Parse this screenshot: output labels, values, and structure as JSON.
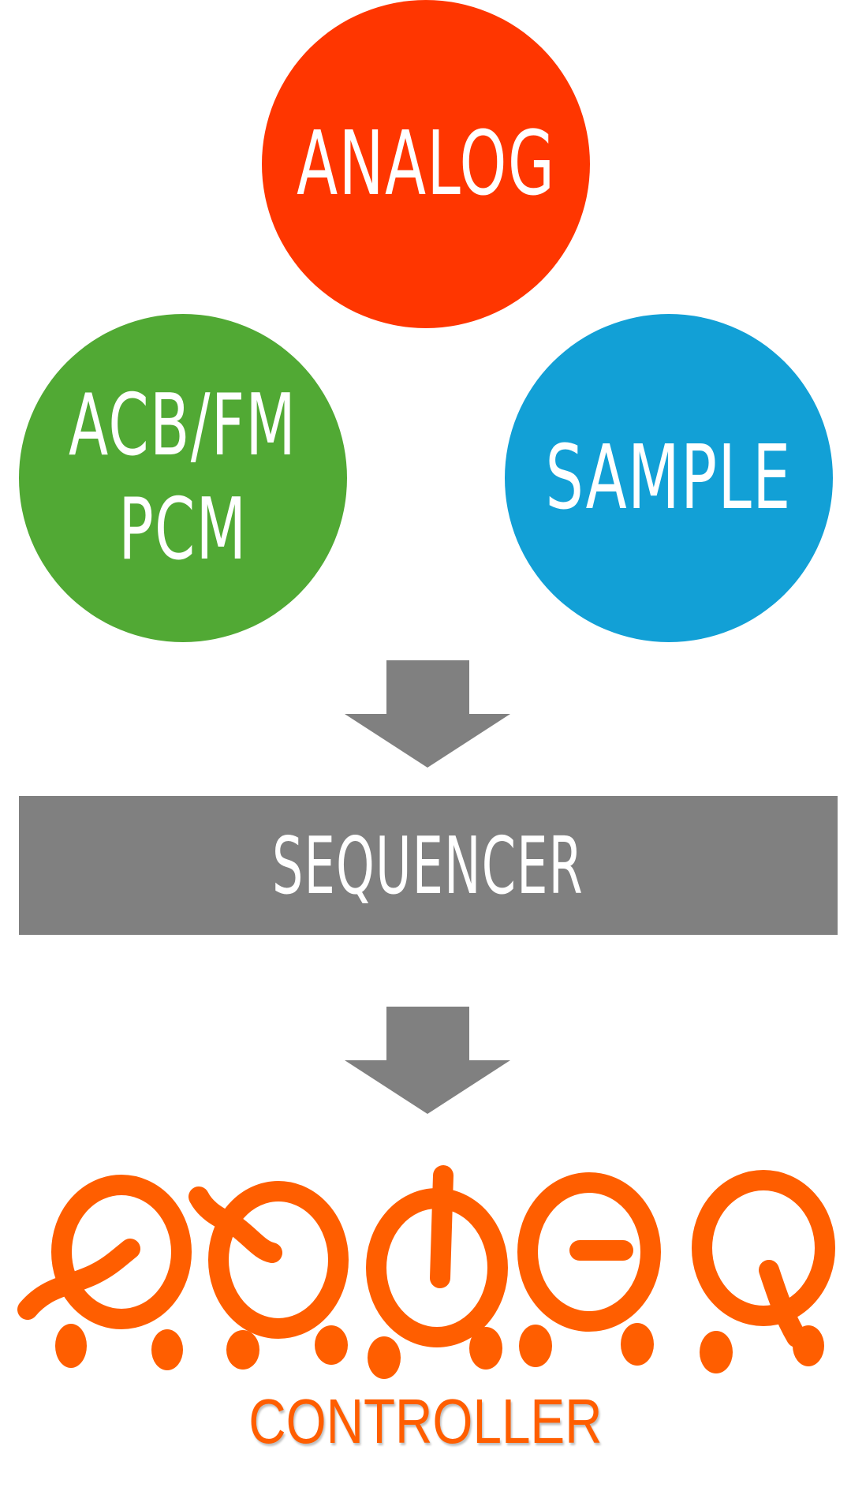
{
  "colors": {
    "analog": "#FF3600",
    "acb_fm_pcm": "#51A934",
    "sample": "#12A0D6",
    "sequencer": "#808080",
    "arrow": "#808080",
    "controller": "#FF5E00",
    "label_text": "#FFFFFF"
  },
  "sources": [
    {
      "id": "analog",
      "lines": [
        "ANALOG"
      ]
    },
    {
      "id": "acb_fm_pcm",
      "lines": [
        "ACB/FM",
        "PCM"
      ]
    },
    {
      "id": "sample",
      "lines": [
        "SAMPLE"
      ]
    }
  ],
  "sequencer": {
    "label": "SEQUENCER"
  },
  "controller": {
    "logo_icon": "stylized-loop-logo-icon",
    "label": "CONTROLLER"
  },
  "flow": [
    "sources",
    "sequencer",
    "controller"
  ]
}
